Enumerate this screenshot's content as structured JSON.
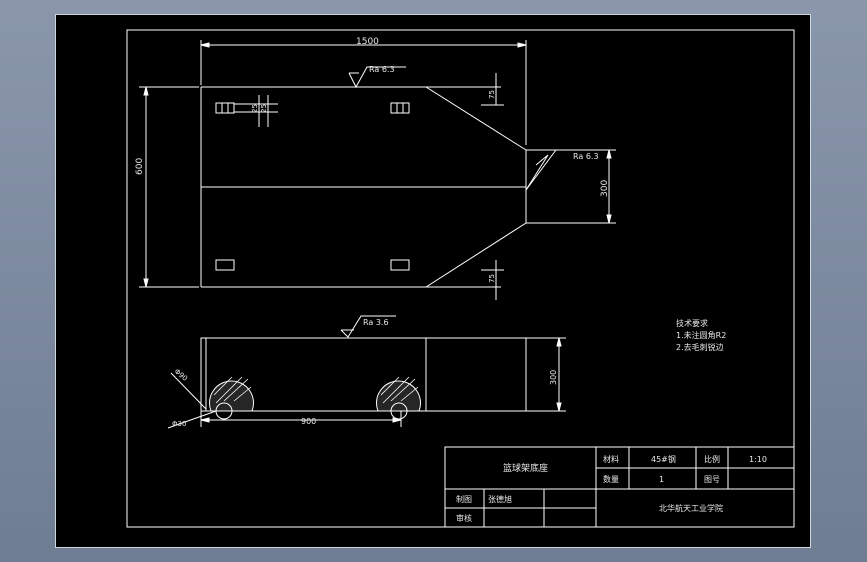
{
  "colors": {
    "background": "#000000",
    "line": "#ffffff",
    "frame": "#cfd6e0",
    "viewport": "#7f8ca2"
  },
  "drawing": {
    "top_view": {
      "dim_length": "1500",
      "dim_height": "600",
      "dim_right_gap": "300",
      "dim_top_small": "75",
      "dim_bottom_small": "75",
      "dim_slot_1": "25",
      "dim_slot_2": "25",
      "roughness_top": "Ra 6.3",
      "roughness_right": "Ra 6.3"
    },
    "side_view": {
      "roughness_top": "Ra 3.6",
      "dim_length": "900",
      "dim_height": "300",
      "dim_circle_1": "Φ90",
      "dim_circle_2": "Φ30"
    },
    "notes": {
      "title": "技术要求",
      "line1": "1.未注圆角R2",
      "line2": "2.去毛刺锐边"
    },
    "title_block": {
      "part_name": "篮球架底座",
      "material_label": "材料",
      "material_value": "45#钢",
      "scale_label": "比例",
      "scale_value": "1:10",
      "quantity_label": "数量",
      "quantity_value": "1",
      "drawing_no_label": "图号",
      "drawing_no_value": "",
      "drawn_label": "制图",
      "drawn_value": "张德旭",
      "checked_label": "审核",
      "checked_value": "",
      "school": "北华航天工业学院"
    }
  }
}
